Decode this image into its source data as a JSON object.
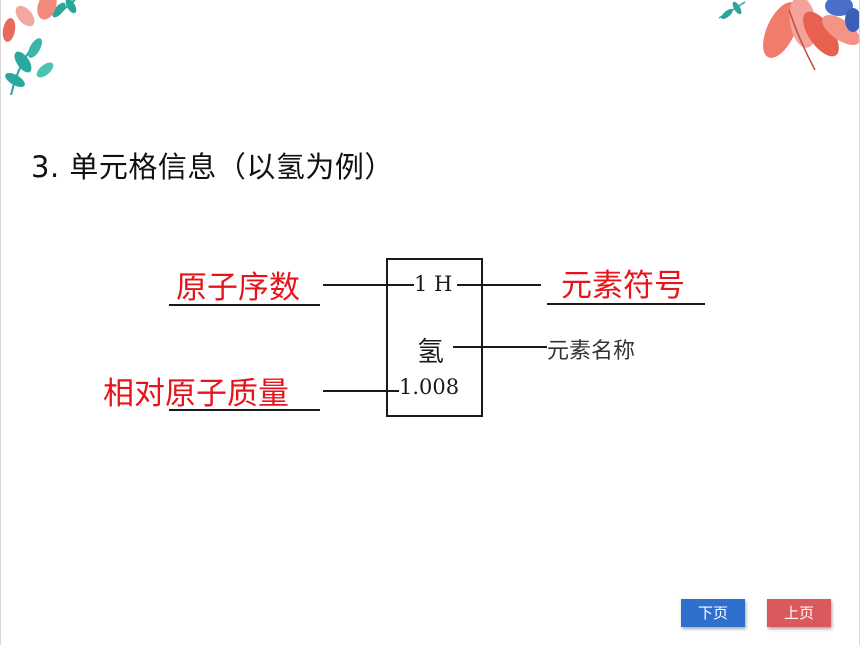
{
  "heading": {
    "text": "3. 单元格信息（以氢为例）"
  },
  "cell": {
    "top_text": "1 H",
    "name_text": "氢",
    "mass_text": "1.008"
  },
  "labels": {
    "element_name": "元素名称"
  },
  "answers": {
    "atomic_number": "原子序数",
    "element_symbol": "元素符号",
    "relative_atomic_mass": "相对原子质量"
  },
  "navigation": {
    "next_label": "下页",
    "prev_label": "上页"
  },
  "colors": {
    "answer": "#e8141b",
    "next_button": "#2f6fcd",
    "prev_button": "#d9595c",
    "lines": "#1a1a1a"
  }
}
